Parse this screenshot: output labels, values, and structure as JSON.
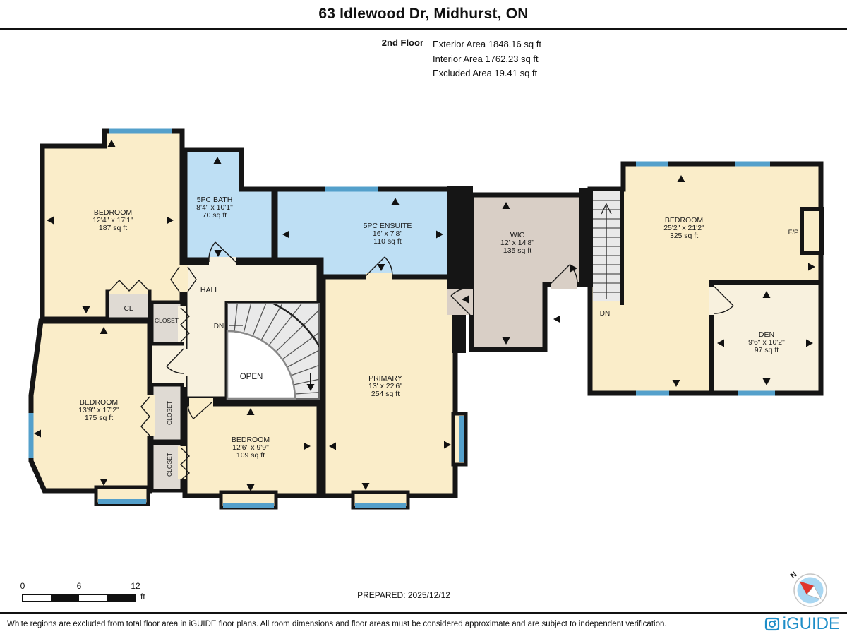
{
  "header": {
    "title": "63 Idlewood Dr, Midhurst, ON",
    "floor_label": "2nd Floor",
    "area_lines": [
      "Exterior Area 1848.16 sq ft",
      "Interior Area 1762.23 sq ft",
      "Excluded Area 19.41 sq ft"
    ]
  },
  "rooms": [
    {
      "id": "bedroom-top-left",
      "name": "BEDROOM",
      "dims": "12'4\" x 17'1\"",
      "area": "187 sq ft"
    },
    {
      "id": "bath",
      "name": "5PC BATH",
      "dims": "8'4\" x 10'1\"",
      "area": "70 sq ft"
    },
    {
      "id": "ensuite",
      "name": "5PC ENSUITE",
      "dims": "16' x 7'8\"",
      "area": "110 sq ft"
    },
    {
      "id": "wic",
      "name": "WIC",
      "dims": "12' x 14'8\"",
      "area": "135 sq ft"
    },
    {
      "id": "bedroom-top-right",
      "name": "BEDROOM",
      "dims": "25'2\" x 21'2\"",
      "area": "325 sq ft"
    },
    {
      "id": "den",
      "name": "DEN",
      "dims": "9'6\" x 10'2\"",
      "area": "97 sq ft"
    },
    {
      "id": "bedroom-bottom-left",
      "name": "BEDROOM",
      "dims": "13'9\" x 17'2\"",
      "area": "175 sq ft"
    },
    {
      "id": "primary",
      "name": "PRIMARY",
      "dims": "13' x 22'6\"",
      "area": "254 sq ft"
    },
    {
      "id": "bedroom-bottom-mid",
      "name": "BEDROOM",
      "dims": "12'6\" x 9'9\"",
      "area": "109 sq ft"
    }
  ],
  "labels": {
    "hall": "HALL",
    "cl": "CL",
    "closet": "CLOSET",
    "dn": "DN",
    "open": "OPEN",
    "fireplace": "F/P"
  },
  "scalebar": {
    "tick0": "0",
    "tick6": "6",
    "tick12": "12",
    "unit": "ft"
  },
  "footer": {
    "prepared": "PREPARED: 2025/12/12",
    "disclaimer": "White regions are excluded from total floor area in iGUIDE floor plans. All room dimensions and floor areas must be considered approximate and are subject to independent verification.",
    "brand": "iGUIDE",
    "compass_n": "N"
  },
  "colors": {
    "room_cream": "#FAEDC9",
    "room_light": "#F8F1DE",
    "room_blue": "#BEDFF4",
    "room_taupe": "#D9CFC6",
    "closet": "#DFDAD3",
    "stairs": "#E9E9E9",
    "wall": "#151515",
    "window": "#54A0CB",
    "brand_blue": "#1E8EC8",
    "compass_fill": "#A9D7F2",
    "needle_red": "#E0342B"
  }
}
